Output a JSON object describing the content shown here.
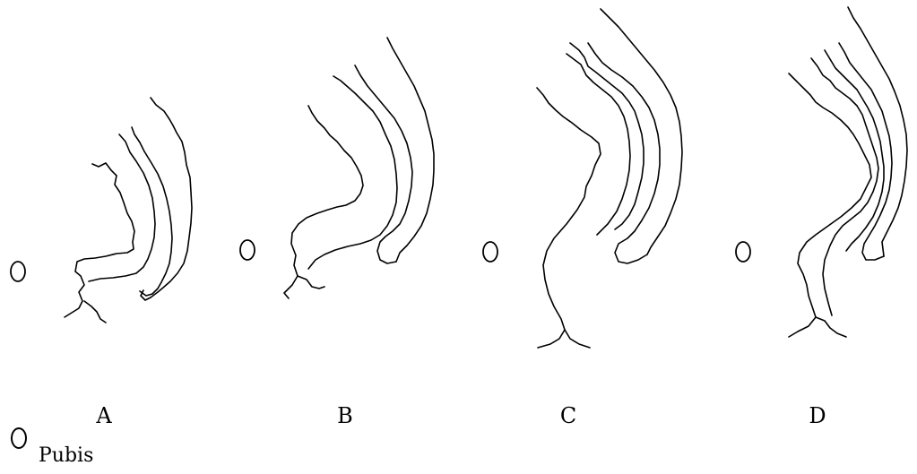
{
  "panels": [
    {
      "id": "A",
      "label": "A"
    },
    {
      "id": "B",
      "label": "B"
    },
    {
      "id": "C",
      "label": "C"
    },
    {
      "id": "D",
      "label": "D"
    }
  ],
  "legend": {
    "symbol": "pubis-circle-icon",
    "text": "Pubis"
  },
  "colors": {
    "line": "#000000",
    "background": "#ffffff"
  }
}
